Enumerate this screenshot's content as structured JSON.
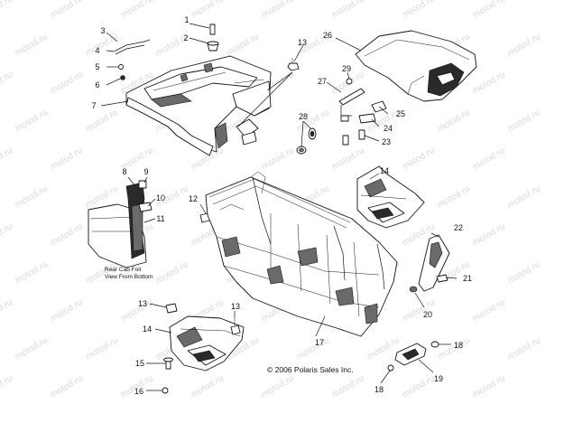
{
  "callouts": {
    "n1": "1",
    "n2": "2",
    "n3": "3",
    "n4": "4",
    "n5": "5",
    "n6": "6",
    "n7": "7",
    "n8": "8",
    "n9": "9",
    "n10": "10",
    "n11": "11",
    "n12": "12",
    "n13a": "13",
    "n13b": "13",
    "n13c": "13",
    "n14a": "14",
    "n14b": "14",
    "n15": "15",
    "n16": "16",
    "n17": "17",
    "n18a": "18",
    "n18b": "18",
    "n19": "19",
    "n20": "20",
    "n21": "21",
    "n22": "22",
    "n23": "23",
    "n24": "24",
    "n25": "25",
    "n26": "26",
    "n27": "27",
    "n28": "28",
    "n29": "29"
  },
  "note": {
    "line1": "Rear Cab Foil",
    "line2": "View From Bottom"
  },
  "copyright": "© 2006 Polaris Sales Inc.",
  "watermark": "motod.ru"
}
